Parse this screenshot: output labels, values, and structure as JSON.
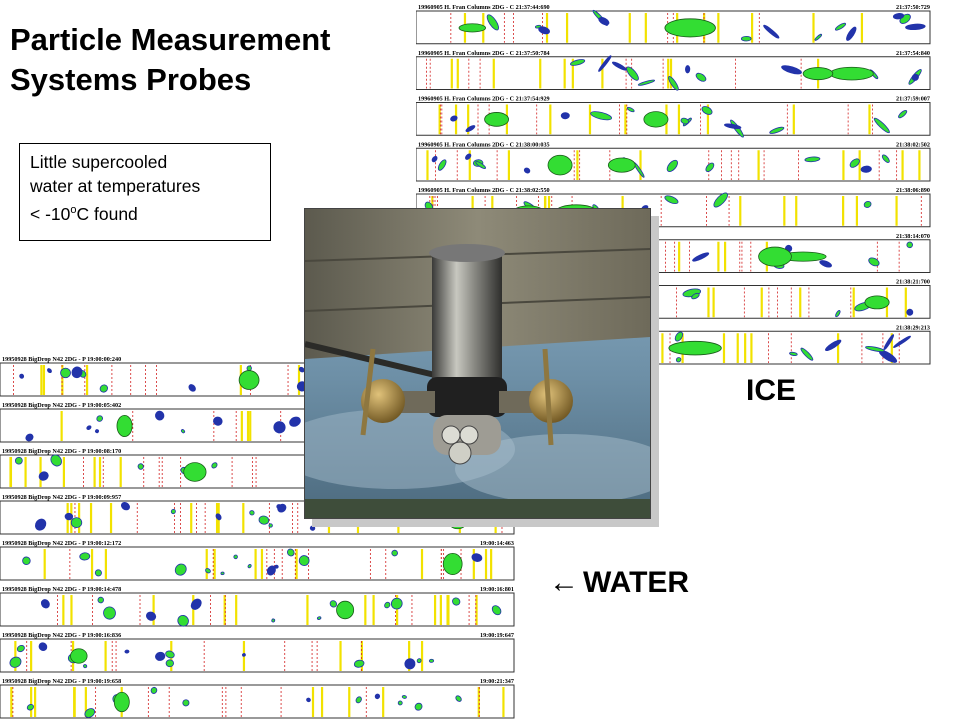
{
  "slide": {
    "title_lines": [
      "Particle Measurement",
      "Systems Probes"
    ],
    "note_lines": [
      "Little supercooled",
      "water at temperatures"
    ],
    "note_last": {
      "prefix": "< -10",
      "sup": "o",
      "suffix": "C found"
    },
    "ice_label": "ICE",
    "water_label": "WATER",
    "water_arrow": "←"
  },
  "ice_panel": {
    "strips": [
      {
        "left": "19960905  H. Fran Columns   2DG - C  21:37:44:690",
        "right": "21:37:50:729"
      },
      {
        "left": "19960905  H. Fran Columns   2DG - C  21:37:50:784",
        "right": "21:37:54:840"
      },
      {
        "left": "19960905  H. Fran Columns   2DG - C  21:37:54:929",
        "right": "21:37:59:007"
      },
      {
        "left": "19960905  H. Fran Columns   2DG - C  21:38:00:035",
        "right": "21:38:02:502"
      },
      {
        "left": "19960905  H. Fran Columns   2DG - C  21:38:02:550",
        "right": "21:38:06:890"
      },
      {
        "left": "",
        "right": "21:38:14:070"
      },
      {
        "left": "",
        "right": "21:38:21:700"
      },
      {
        "left": "",
        "right": "21:38:29:213"
      }
    ]
  },
  "water_panel": {
    "strips": [
      {
        "left": "19950928  BigDrop N42     2DG - P  19:00:00:240",
        "right": ""
      },
      {
        "left": "19950928  BigDrop N42     2DG - P  19:00:05:402",
        "right": ""
      },
      {
        "left": "19950928  BigDrop N42     2DG - P  19:00:08:170",
        "right": ""
      },
      {
        "left": "19950928  BigDrop N42     2DG - P  19:00:09:957",
        "right": ""
      },
      {
        "left": "19950928  BigDrop N42     2DG - P  19:00:12:172",
        "right": "19:00:14:463"
      },
      {
        "left": "19950928  BigDrop N42     2DG - P  19:00:14:478",
        "right": "19:00:16:801"
      },
      {
        "left": "19950928  BigDrop N42     2DG - P  19:00:16:836",
        "right": "19:00:19:647"
      },
      {
        "left": "19950928  BigDrop N42     2DG - P  19:00:19:658",
        "right": "19:00:21:347"
      }
    ]
  },
  "colors": {
    "particle_fill": "#33dd33",
    "particle_edge": "#2233aa",
    "marker": "#f2e200",
    "dash": "#d22020"
  }
}
